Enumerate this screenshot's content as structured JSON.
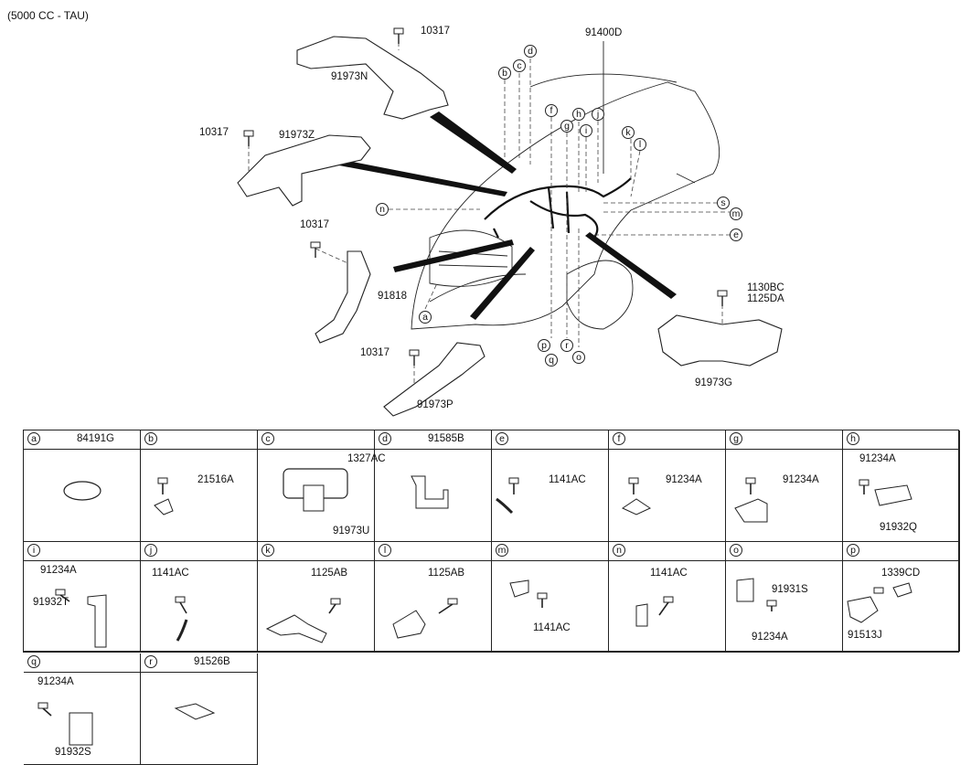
{
  "header": "(5000 CC - TAU)",
  "main_labels": {
    "b10317_top": "10317",
    "p91973N": "91973N",
    "b10317_left": "10317",
    "p91973Z": "91973Z",
    "b10317_mid": "10317",
    "p91818": "91818",
    "b10317_bottom": "10317",
    "p91973P": "91973P",
    "p91400D": "91400D",
    "b1130BC": "1130BC",
    "b1125DA": "1125DA",
    "p91973G": "91973G"
  },
  "callouts": [
    "a",
    "b",
    "c",
    "d",
    "e",
    "f",
    "g",
    "h",
    "i",
    "j",
    "k",
    "l",
    "m",
    "n",
    "o",
    "p",
    "q",
    "r",
    "s"
  ],
  "table": [
    {
      "letter": "a",
      "header_part": "84191G",
      "parts": []
    },
    {
      "letter": "b",
      "header_part": "",
      "parts": [
        "21516A"
      ]
    },
    {
      "letter": "c",
      "header_part": "",
      "parts": [
        "1327AC",
        "91973U"
      ]
    },
    {
      "letter": "d",
      "header_part": "91585B",
      "parts": []
    },
    {
      "letter": "e",
      "header_part": "",
      "parts": [
        "1141AC"
      ]
    },
    {
      "letter": "f",
      "header_part": "",
      "parts": [
        "91234A"
      ]
    },
    {
      "letter": "g",
      "header_part": "",
      "parts": [
        "91234A"
      ]
    },
    {
      "letter": "h",
      "header_part": "",
      "parts": [
        "91234A",
        "91932Q"
      ]
    },
    {
      "letter": "i",
      "header_part": "",
      "parts": [
        "91234A",
        "91932T"
      ]
    },
    {
      "letter": "j",
      "header_part": "",
      "parts": [
        "1141AC"
      ]
    },
    {
      "letter": "k",
      "header_part": "",
      "parts": [
        "1125AB"
      ]
    },
    {
      "letter": "l",
      "header_part": "",
      "parts": [
        "1125AB"
      ]
    },
    {
      "letter": "m",
      "header_part": "",
      "parts": [
        "1141AC"
      ]
    },
    {
      "letter": "n",
      "header_part": "",
      "parts": [
        "1141AC"
      ]
    },
    {
      "letter": "o",
      "header_part": "",
      "parts": [
        "91931S",
        "91234A"
      ]
    },
    {
      "letter": "p",
      "header_part": "",
      "parts": [
        "1339CD",
        "91513J"
      ]
    },
    {
      "letter": "q",
      "header_part": "",
      "parts": [
        "91234A",
        "91932S"
      ]
    },
    {
      "letter": "r",
      "header_part": "91526B",
      "parts": []
    }
  ]
}
